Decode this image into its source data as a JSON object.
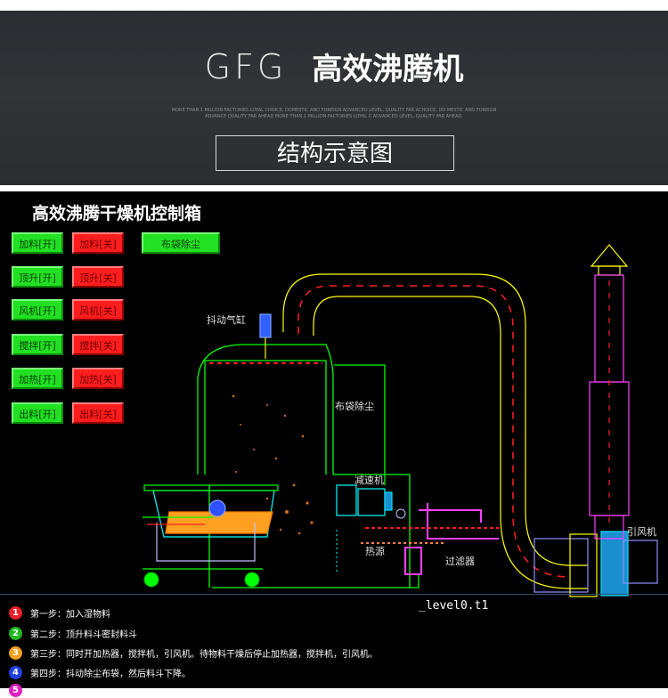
{
  "header": {
    "brand": "GFG",
    "title": "高效沸腾机",
    "tagline": "MORE THAN 1 MILLION FACTORIES LOYAL CHOICE, DOMESTIC AND FOREIGN ADVANCED LEVEL, QUALITY FAR ACHOICE, DO MESTIC AND FOREIGN ADVANCE QUALITY FAR AHEAD MORE THAN 1 MILLION FACTORIES LOYAL C ADVANCED LEVEL, QUALITY FAR AHEAD.",
    "subtitle": "结构示意图"
  },
  "panel": {
    "title": "高效沸腾干燥机控制箱",
    "buttons": [
      {
        "on": "加料[开]",
        "off": "加料[关]"
      },
      {
        "on": "顶升[开]",
        "off": "顶升[关]"
      },
      {
        "on": "风机[开]",
        "off": "风机[关]"
      },
      {
        "on": "搅拌[开]",
        "off": "搅拌[关]"
      },
      {
        "on": "加热[开]",
        "off": "加热[关]"
      },
      {
        "on": "出料[开]",
        "off": "出料[关]"
      }
    ],
    "bag_dust_button": "布袋除尘",
    "colors": {
      "on": "#22e022",
      "off": "#ff1d1d",
      "frame": "#ffff00",
      "duct_dash": "#ff2020",
      "fan": "#ff40ff"
    }
  },
  "labels": {
    "cylinder": "抖动气缸",
    "bag_filter": "布袋除尘",
    "reducer": "减速机",
    "heat_source": "热源",
    "filter": "过滤器",
    "induced_fan": "引风机"
  },
  "level_tag": "_level0.t1",
  "steps": [
    {
      "num": "1",
      "color": "#e8202a",
      "text": "第一步：加入湿物料"
    },
    {
      "num": "2",
      "color": "#1fb81f",
      "text": "第二步：顶升料斗密封料斗"
    },
    {
      "num": "3",
      "color": "#f0a020",
      "text": "第三步：同时开加热器，搅拌机，引风机。待物料干燥后停止加热器，搅拌机，引风机。"
    },
    {
      "num": "4",
      "color": "#2040e0",
      "text": "第四步：抖动除尘布袋，然后料斗下降。"
    },
    {
      "num": "5",
      "color": "#e020c0",
      "text": ""
    }
  ]
}
